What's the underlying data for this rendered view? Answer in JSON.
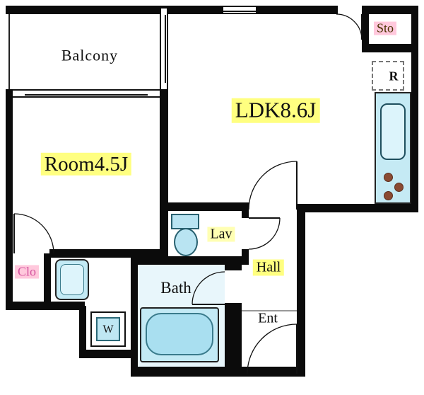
{
  "title": "apartment-floor-plan",
  "labels": {
    "balcony": "Balcony",
    "ldk": "LDK8.6J",
    "room": "Room4.5J",
    "sto": "Sto",
    "fridge": "R",
    "lav": "Lav",
    "hall": "Hall",
    "ent": "Ent",
    "bath": "Bath",
    "clo": "Clo",
    "washer": "W"
  },
  "colors": {
    "wall": "#0b0b0b",
    "highlight_yellow": "#ffff80",
    "highlight_pale_yellow": "#ffffb3",
    "highlight_pink": "#ffc8dc",
    "clo_text": "#d4519e",
    "fixture_blue": "#c3eaf5",
    "fixture_blue_light": "#dcf4fb",
    "tub_blue": "#a9dff0",
    "bath_floor": "#e8f6fb",
    "burner_brown": "#8a4a32"
  }
}
